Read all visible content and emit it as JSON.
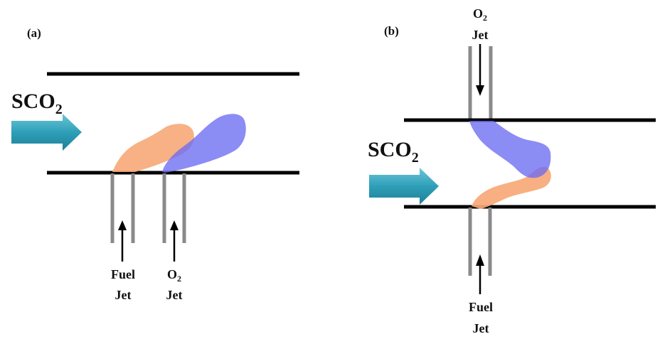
{
  "colors": {
    "wall": "#000000",
    "injector": "#8a8a8a",
    "arrow_flow": "#2e9fb8",
    "fuel_plume": "#f7a877",
    "oxygen_plume": "#6b6bf2"
  },
  "panel_a": {
    "label": "(a)",
    "flow_label_main": "SCO",
    "flow_label_sub": "2",
    "fuel_jet": {
      "line1": "Fuel",
      "line2": "Jet"
    },
    "o2_jet": {
      "line1_main": "O",
      "line1_sub": "2",
      "line2": "Jet"
    }
  },
  "panel_b": {
    "label": "(b)",
    "flow_label_main": "SCO",
    "flow_label_sub": "2",
    "o2_jet": {
      "line1_main": "O",
      "line1_sub": "2",
      "line2": "Jet"
    },
    "fuel_jet": {
      "line1": "Fuel",
      "line2": "Jet"
    }
  }
}
